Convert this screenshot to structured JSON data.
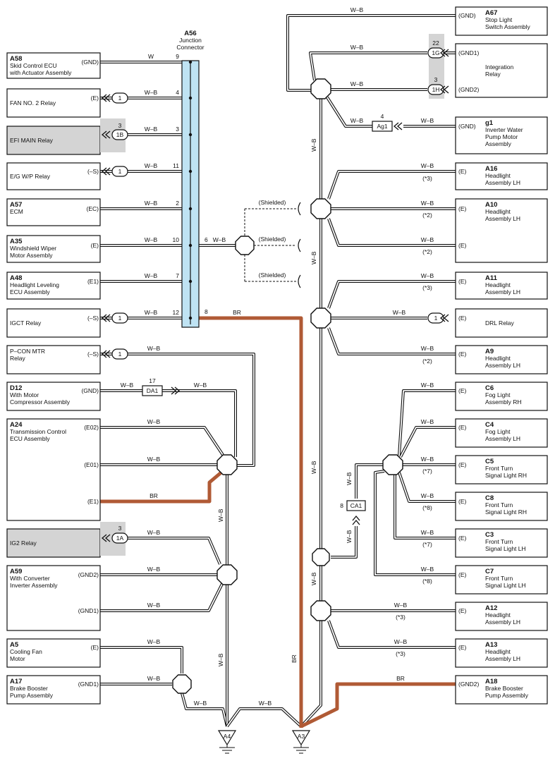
{
  "junction": {
    "id": "A56",
    "name": [
      "Junction",
      "Connector"
    ]
  },
  "wire_colors": {
    "wb": "W–B",
    "w": "W",
    "br": "BR",
    "shielded": "(Shielded)"
  },
  "colors": {
    "br_wire": "#b05a35",
    "junction_fill": "#bfe3f3",
    "shaded_box": "#d4d4d4"
  },
  "left_components": [
    {
      "id": "A58",
      "lines": [
        "Skid Control ECU",
        "with Actuator Assembly"
      ],
      "pin": "(GND)",
      "wire": "W",
      "jpin": "9"
    },
    {
      "id": "",
      "lines": [
        "FAN NO. 2 Relay"
      ],
      "pin": "(E)",
      "conn": "1",
      "wire": "W–B",
      "jpin": "4"
    },
    {
      "id": "",
      "lines": [
        "EFI MAIN Relay"
      ],
      "pin": "",
      "conn": "1B",
      "conn_num": "3",
      "wire": "W–B",
      "jpin": "3"
    },
    {
      "id": "",
      "lines": [
        "E/G W/P Relay"
      ],
      "pin": "(–S)",
      "conn": "1",
      "wire": "W–B",
      "jpin": "11"
    },
    {
      "id": "A57",
      "lines": [
        "ECM"
      ],
      "pin": "(EC)",
      "wire": "W–B",
      "jpin": "2"
    },
    {
      "id": "A35",
      "lines": [
        "Windshield Wiper",
        "Motor Assembly"
      ],
      "pin": "(E)",
      "wire": "W–B",
      "jpin": "10"
    },
    {
      "id": "A48",
      "lines": [
        "Headlight Leveling",
        "ECU Assembly"
      ],
      "pin": "(E1)",
      "wire": "W–B",
      "jpin": "7"
    },
    {
      "id": "",
      "lines": [
        "IGCT Relay"
      ],
      "pin": "(–S)",
      "conn": "1",
      "wire": "W–B",
      "jpin": "12"
    },
    {
      "id": "",
      "lines": [
        "P–CON MTR",
        "Relay"
      ],
      "pin": "(–S)",
      "conn": "1",
      "wire": "W–B"
    },
    {
      "id": "D12",
      "lines": [
        "With Motor",
        "Compressor Assembly"
      ],
      "pin": "(GND)",
      "conn": "DA1",
      "conn_num": "17",
      "wire": "W–B"
    },
    {
      "id": "A24",
      "lines": [
        "Transmission Control",
        "ECU Assembly"
      ],
      "pins": [
        "(E02)",
        "(E01)",
        "(E1)"
      ]
    },
    {
      "id": "",
      "lines": [
        "IG2 Relay"
      ],
      "conn": "1A",
      "conn_num": "3",
      "wire": "W–B"
    },
    {
      "id": "A59",
      "lines": [
        "With Converter",
        "Inverter Assembly"
      ],
      "pins": [
        "(GND2)",
        "(GND1)"
      ]
    },
    {
      "id": "A5",
      "lines": [
        "Cooling Fan",
        "Motor"
      ],
      "pin": "(E)"
    },
    {
      "id": "A17",
      "lines": [
        "Brake Booster",
        "Pump Assembly"
      ],
      "pin": "(GND1)"
    }
  ],
  "right_components": [
    {
      "id": "A67",
      "lines": [
        "Stop Light",
        "Switch Assembly"
      ],
      "pins": [
        "(GND)"
      ]
    },
    {
      "id": "",
      "lines": [
        "Integration",
        "Relay"
      ],
      "pins": [
        "(GND1)",
        "(GND2)"
      ],
      "conns": [
        "1G",
        "1H"
      ],
      "conn_nums": [
        "22",
        "3"
      ]
    },
    {
      "id": "g1",
      "lines": [
        "Inverter Water",
        "Pump Motor",
        "Assembly"
      ],
      "pins": [
        "(GND)"
      ],
      "conn": "Ag1",
      "conn_num": "4"
    },
    {
      "id": "A16",
      "lines": [
        "Headlight",
        "Assembly LH"
      ],
      "pins": [
        "(E)"
      ],
      "note": "(*3)"
    },
    {
      "id": "A10",
      "lines": [
        "Headlight",
        "Assembly LH"
      ],
      "pins": [
        "(E)",
        "(E)"
      ],
      "notes": [
        "(*2)",
        "(*2)"
      ]
    },
    {
      "id": "A11",
      "lines": [
        "Headlight",
        "Assembly LH"
      ],
      "pins": [
        "(E)"
      ],
      "note": "(*3)"
    },
    {
      "id": "",
      "lines": [
        "DRL Relay"
      ],
      "pins": [
        "(E)"
      ],
      "conn": "1"
    },
    {
      "id": "A9",
      "lines": [
        "Headlight",
        "Assembly LH"
      ],
      "pins": [
        "(E)"
      ],
      "note": "(*2)"
    },
    {
      "id": "C6",
      "lines": [
        "Fog Light",
        "Assembly RH"
      ],
      "pins": [
        "(E)"
      ]
    },
    {
      "id": "C4",
      "lines": [
        "Fog Light",
        "Assembly LH"
      ],
      "pins": [
        "(E)"
      ]
    },
    {
      "id": "C5",
      "lines": [
        "Front Turn",
        "Signal Light RH"
      ],
      "pins": [
        "(E)"
      ],
      "note": "(*7)"
    },
    {
      "id": "C8",
      "lines": [
        "Front Turn",
        "Signal Light RH"
      ],
      "pins": [
        "(E)"
      ],
      "note": "(*8)"
    },
    {
      "id": "C3",
      "lines": [
        "Front Turn",
        "Signal Light LH"
      ],
      "pins": [
        "(E)"
      ],
      "note": "(*7)"
    },
    {
      "id": "C7",
      "lines": [
        "Front Turn",
        "Signal Light LH"
      ],
      "pins": [
        "(E)"
      ],
      "note": "(*8)"
    },
    {
      "id": "A12",
      "lines": [
        "Headlight",
        "Assembly LH"
      ],
      "pins": [
        "(E)"
      ],
      "note": "(*3)"
    },
    {
      "id": "A13",
      "lines": [
        "Headlight",
        "Assembly LH"
      ],
      "pins": [
        "(E)"
      ],
      "note": "(*3)"
    },
    {
      "id": "A18",
      "lines": [
        "Brake Booster",
        "Pump Assembly"
      ],
      "pins": [
        "(GND2)"
      ]
    }
  ],
  "misc": {
    "junction_out_pins": [
      "6",
      "8"
    ],
    "ca1": {
      "conn": "CA1",
      "num": "8"
    },
    "grounds": [
      "A4",
      "A3"
    ]
  }
}
